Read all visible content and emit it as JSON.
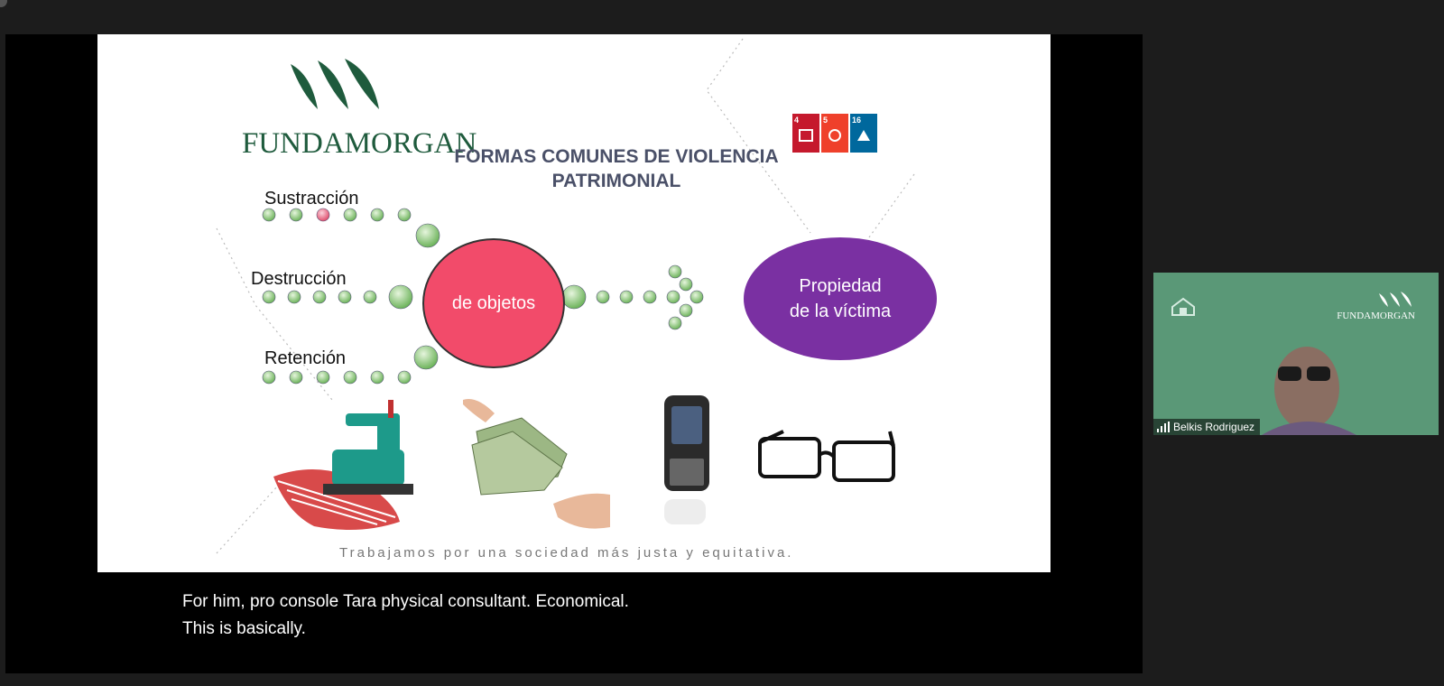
{
  "slide": {
    "logo_text": "FUNDAMORGAN",
    "title_line1": "FORMAS COMUNES DE VIOLENCIA",
    "title_line2": "PATRIMONIAL",
    "label_sustraccion": "Sustracción",
    "label_destruccion": "Destrucción",
    "label_retencion": "Retención",
    "center_text": "de objetos",
    "target_line1": "Propiedad",
    "target_line2": "de la víctima",
    "footer": "Trabajamos por una sociedad más justa y equitativa.",
    "sdg_numbers": [
      "4",
      "5",
      "16"
    ],
    "colors": {
      "title": "#4a5068",
      "pink": "#f24b6a",
      "purple": "#7a30a2",
      "green_dots": "#8dc97b",
      "brand_green": "#1f5b3d"
    },
    "images": [
      "sewing-machine",
      "money-bills",
      "mobile-phone",
      "eyeglasses"
    ]
  },
  "participant": {
    "name": "Belkis Rodriguez",
    "logo_text": "FUNDAMORGAN"
  },
  "captions": {
    "line1": "For him, pro console Tara physical consultant.  Economical.",
    "line2": "This is basically."
  }
}
